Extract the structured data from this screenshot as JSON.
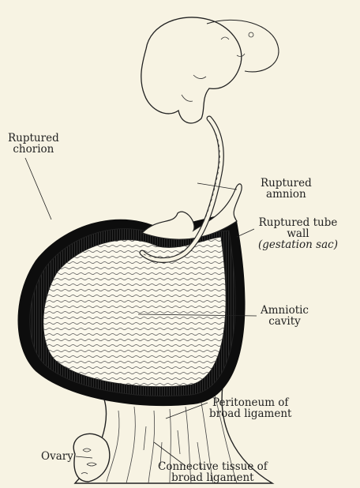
{
  "figure": {
    "colors": {
      "background": "#f7f3e3",
      "ink": "#222222",
      "wall": "#111111"
    },
    "labels": {
      "ruptured_chorion": {
        "line1": "Ruptured",
        "line2": "chorion"
      },
      "ruptured_amnion": {
        "line1": "Ruptured",
        "line2": "amnion"
      },
      "ruptured_tube_wall": {
        "line1": "Ruptured tube",
        "line2": "wall",
        "line3": "(gestation sac)"
      },
      "amniotic_cavity": {
        "line1": "Amniotic",
        "line2": "cavity"
      },
      "peritoneum": {
        "line1": "Peritoneum of",
        "line2": "broad ligament"
      },
      "ovary": {
        "line1": "Ovary"
      },
      "connective_tissue": {
        "line1": "Connective tissue of",
        "line2": "broad ligament"
      }
    }
  }
}
